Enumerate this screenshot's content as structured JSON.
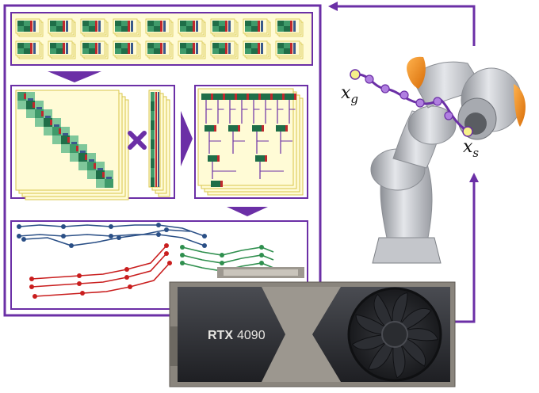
{
  "colors": {
    "purple": "#6b2fa6",
    "light_purple": "#b07fe0",
    "yellow_fill": "#fffbd6",
    "yellow_edge": "#d8c64a",
    "green_dark": "#1f6e48",
    "green_mid": "#3f9a6a",
    "green_light": "#7fc79a",
    "blue": "#3a5a8c",
    "red": "#c0282d",
    "traj_blue": "#2a4f86",
    "traj_green": "#2f8f4e",
    "traj_red": "#c91e1e",
    "robot_orange": "#f08a1c",
    "robot_gray": "#b9bcc1",
    "gpu_dark": "#2b2d31",
    "gpu_silver": "#8e8a82"
  },
  "labels": {
    "goal_symbol": "x",
    "goal_subscript": "g",
    "start_symbol": "x",
    "start_subscript": "s",
    "gpu_model": "RTX",
    "gpu_number": "4090"
  },
  "icons": {
    "multiply": "multiply-icon",
    "arrow_down": "arrow-down-icon",
    "arrow_right": "arrow-right-icon"
  }
}
